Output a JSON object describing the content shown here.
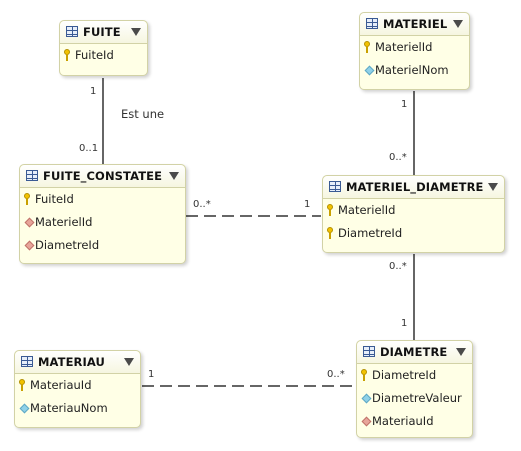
{
  "entities": {
    "fuite": {
      "name": "FUITE",
      "fields": [
        {
          "label": "FuiteId",
          "icon": "key-icon"
        }
      ]
    },
    "materiel": {
      "name": "MATERIEL",
      "fields": [
        {
          "label": "MaterielId",
          "icon": "key-icon"
        },
        {
          "label": "MaterielNom",
          "icon": "diamond-blue-icon"
        }
      ]
    },
    "fuite_constatee": {
      "name": "FUITE_CONSTATEE",
      "fields": [
        {
          "label": "FuiteId",
          "icon": "key-icon"
        },
        {
          "label": "MaterielId",
          "icon": "diamond-red-icon"
        },
        {
          "label": "DiametreId",
          "icon": "diamond-red-icon"
        }
      ]
    },
    "materiel_diametre": {
      "name": "MATERIEL_DIAMETRE",
      "fields": [
        {
          "label": "MaterielId",
          "icon": "key-icon"
        },
        {
          "label": "DiametreId",
          "icon": "key-icon"
        }
      ]
    },
    "materiau": {
      "name": "MATERIAU",
      "fields": [
        {
          "label": "MateriauId",
          "icon": "key-icon"
        },
        {
          "label": "MateriauNom",
          "icon": "diamond-blue-icon"
        }
      ]
    },
    "diametre": {
      "name": "DIAMETRE",
      "fields": [
        {
          "label": "DiametreId",
          "icon": "key-icon"
        },
        {
          "label": "DiametreValeur",
          "icon": "diamond-blue-icon"
        },
        {
          "label": "MateriauId",
          "icon": "diamond-red-icon"
        }
      ]
    }
  },
  "relationships": {
    "fuite_to_constatee": {
      "from_mult": "1",
      "to_mult": "0..1",
      "label": "Est une"
    },
    "materiel_to_matdiam": {
      "from_mult": "1",
      "to_mult": "0..*"
    },
    "constatee_to_matdiam": {
      "from_mult": "0..*",
      "to_mult": "1"
    },
    "matdiam_to_diametre": {
      "from_mult": "0..*",
      "to_mult": "1"
    },
    "materiau_to_diametre": {
      "from_mult": "1",
      "to_mult": "0..*"
    }
  }
}
